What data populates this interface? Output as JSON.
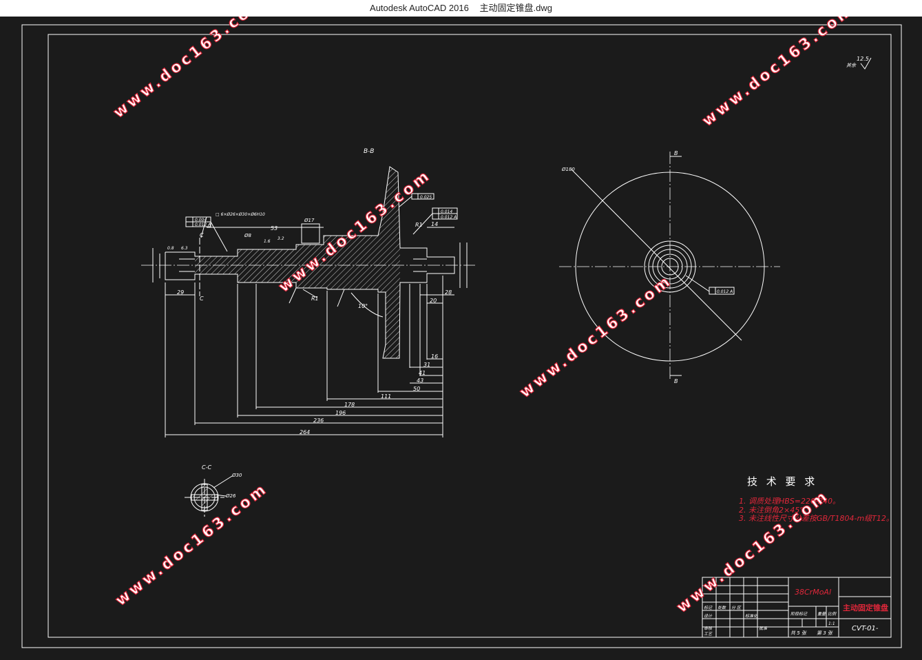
{
  "window": {
    "app_title": "Autodesk AutoCAD 2016",
    "file_name": "主动固定锥盘.dwg"
  },
  "watermark": "www.doc163.com",
  "views": {
    "bb_label": "B-B",
    "cc_label": "C-C",
    "section_b_top": "B",
    "section_b_bottom": "B",
    "section_c_top": "C",
    "section_c_bottom": "C"
  },
  "dimensions": {
    "d264": "264",
    "d236": "236",
    "d196": "196",
    "d178": "178",
    "d111": "111",
    "d50": "50",
    "d43": "43",
    "d41": "41",
    "d31": "31",
    "d16": "16",
    "d29": "29",
    "d14": "14",
    "d20": "20",
    "d28": "28",
    "d53": "53",
    "r1": "R1",
    "r1b": "R1",
    "phi17": "Ø17",
    "phi180": "Ø180",
    "phi30": "Ø30",
    "phi26": "Ø26",
    "phi8": "Ø8",
    "angle10": "10°",
    "spline": "□ 6×Ø26×Ø30×Ø6H10",
    "tol_004": "0.004",
    "tol_0012": "0.012 A",
    "tol_0025": "0.025",
    "tol_0014": "0.014",
    "tol_0012b": "0.012 A",
    "tol_right": "0.012 A"
  },
  "roughness": {
    "top_right_value": "12.5",
    "top_right_label": "其余",
    "r08": "0.8",
    "r63": "6.3",
    "r16": "1.6",
    "r32": "3.2"
  },
  "tech_requirements": {
    "title": "技 术 要 求",
    "items": [
      "1. 调质处理HBS=220-240。",
      "2. 未注倒角2×45°。",
      "3. 未注线性尺寸公差按GB/T1804-m级T12。"
    ]
  },
  "title_block": {
    "material": "38CrMoAl",
    "part_name": "主动固定锥盘",
    "drawing_no": "CVT-01-",
    "row_labels": [
      "标记",
      "处数",
      "分 区",
      "设计",
      "标准化",
      "审核",
      "工艺",
      "批准"
    ],
    "stage_mark": "阶段标记",
    "weight": "重量",
    "scale": "比例",
    "scale_value": "1:1",
    "sheets_total": "共 5 张",
    "sheet_no": "第 3 张"
  },
  "colors": {
    "background": "#1b1b1b",
    "line": "#ffffff",
    "red": "#e0273a",
    "titlebar": "#ffffff"
  }
}
